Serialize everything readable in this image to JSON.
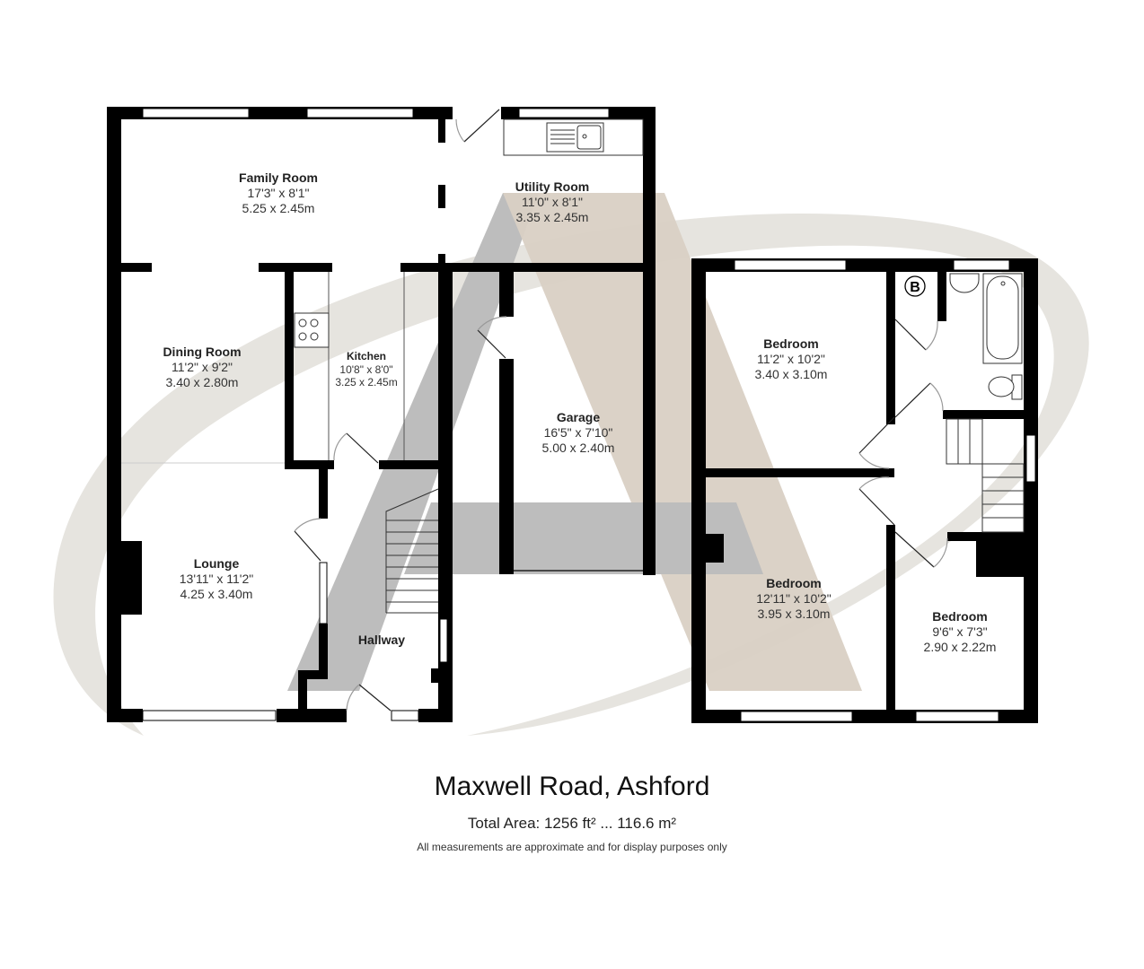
{
  "property": {
    "title": "Maxwell Road, Ashford",
    "total_area": "Total Area: 1256 ft² ... 116.6 m²",
    "disclaimer": "All measurements are approximate and for display purposes only"
  },
  "ground_floor": {
    "rooms": [
      {
        "name": "Family Room",
        "imperial": "17'3\" x 8'1\"",
        "metric": "5.25 x 2.45m"
      },
      {
        "name": "Utility Room",
        "imperial": "11'0\" x 8'1\"",
        "metric": "3.35 x 2.45m"
      },
      {
        "name": "Dining Room",
        "imperial": "11'2\" x 9'2\"",
        "metric": "3.40 x 2.80m"
      },
      {
        "name": "Kitchen",
        "imperial": "10'8\" x 8'0\"",
        "metric": "3.25 x 2.45m"
      },
      {
        "name": "Garage",
        "imperial": "16'5\" x 7'10\"",
        "metric": "5.00 x 2.40m"
      },
      {
        "name": "Lounge",
        "imperial": "13'11\" x 11'2\"",
        "metric": "4.25 x 3.40m"
      },
      {
        "name": "Hallway",
        "imperial": "",
        "metric": ""
      }
    ]
  },
  "first_floor": {
    "rooms": [
      {
        "name": "Bedroom",
        "imperial": "11'2\" x 10'2\"",
        "metric": "3.40 x 3.10m"
      },
      {
        "name": "Bedroom",
        "imperial": "12'11\" x 10'2\"",
        "metric": "3.95 x 3.10m"
      },
      {
        "name": "Bedroom",
        "imperial": "9'6\" x 7'3\"",
        "metric": "2.90 x 2.22m"
      }
    ],
    "boiler_symbol": "B"
  },
  "colors": {
    "wall": "#000000",
    "watermark_grey": "#bdbdbd",
    "watermark_beige": "#d9d0c4",
    "swoosh": "#e6e4df"
  }
}
